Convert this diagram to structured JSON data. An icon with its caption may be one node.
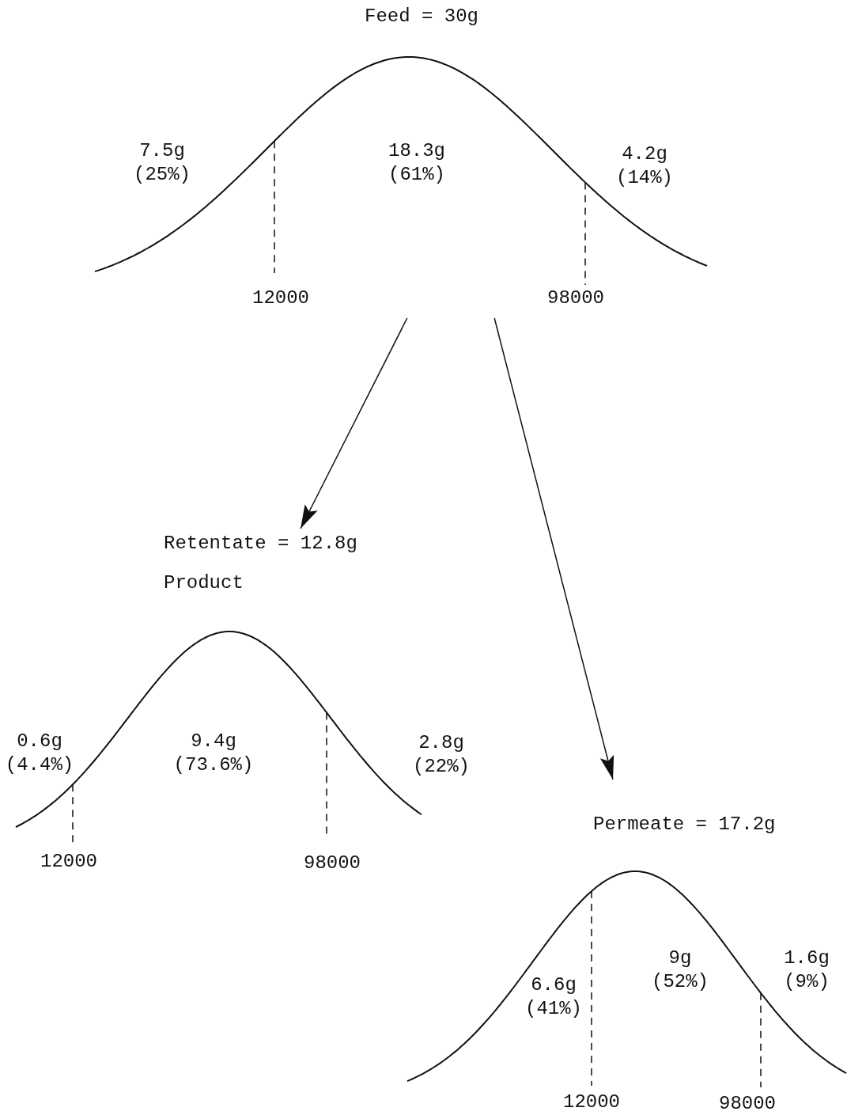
{
  "diagram": {
    "nodes": [
      {
        "text": [
          "Feed = 30g",
          "7.5g (25%)",
          "18.3g (61%)",
          "4.2g (14%)",
          "12000",
          "98000"
        ]
      },
      {
        "text": [
          "Retentate = 12.8g",
          "Product",
          "0.6g (4.4%)",
          "9.4g (73.6%)",
          "2.8g (22%)",
          "12000",
          "98000"
        ]
      },
      {
        "text": [
          "Permeate = 17.2g",
          "6.6g (41%)",
          "9g (52%)",
          "1.6g (9%)",
          "12000",
          "98000"
        ]
      }
    ],
    "edges": [
      {
        "from": 0,
        "to": 1,
        "arrow": "to"
      },
      {
        "from": 0,
        "to": 2,
        "arrow": "to"
      }
    ]
  }
}
